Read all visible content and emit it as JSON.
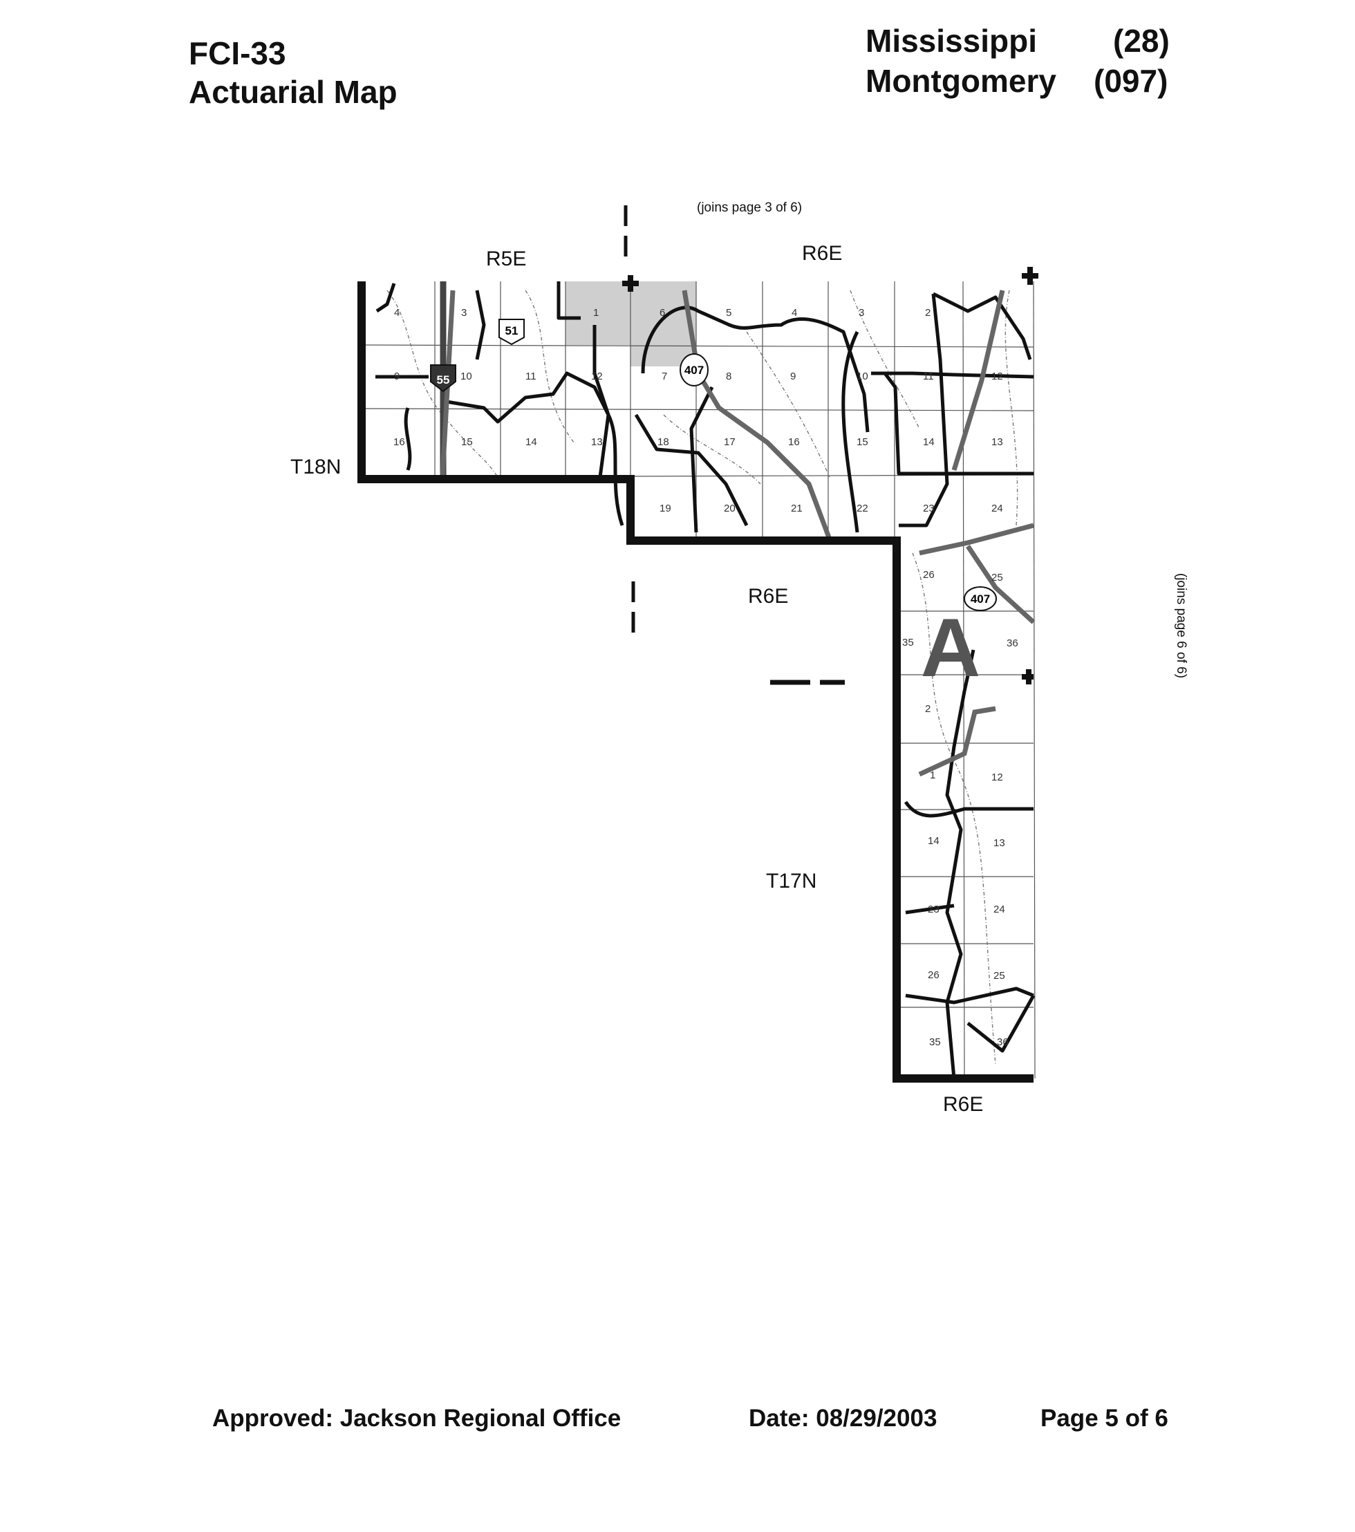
{
  "header": {
    "form_id": "FCI-33",
    "map_type": "Actuarial Map",
    "state": "Mississippi",
    "state_code": "(28)",
    "county": "Montgomery",
    "county_code": "(097)"
  },
  "map": {
    "joins_top": "(joins page 3 of 6)",
    "joins_right": "(joins page 6 of 6)",
    "range_labels": {
      "top_left": "R5E",
      "top_right": "R6E",
      "middle": "R6E",
      "bottom": "R6E"
    },
    "township_labels": {
      "north": "T18N",
      "south": "T17N"
    },
    "area_label": "A",
    "shields": {
      "us": "51",
      "interstate": "55",
      "state_a": "407",
      "state_b": "407"
    },
    "sections": [
      "4",
      "3",
      "1",
      "6",
      "5",
      "4",
      "3",
      "2",
      "9",
      "10",
      "11",
      "12",
      "7",
      "8",
      "9",
      "10",
      "11",
      "12",
      "16",
      "15",
      "14",
      "13",
      "18",
      "17",
      "16",
      "15",
      "14",
      "13",
      "19",
      "20",
      "21",
      "22",
      "23",
      "24",
      "26",
      "25",
      "35",
      "36",
      "2",
      "1",
      "12",
      "14",
      "13",
      "23",
      "24",
      "26",
      "25",
      "35",
      "36"
    ]
  },
  "footer": {
    "approved": "Approved:  Jackson Regional Office",
    "date": "Date:  08/29/2003",
    "page": "Page 5 of 6"
  }
}
